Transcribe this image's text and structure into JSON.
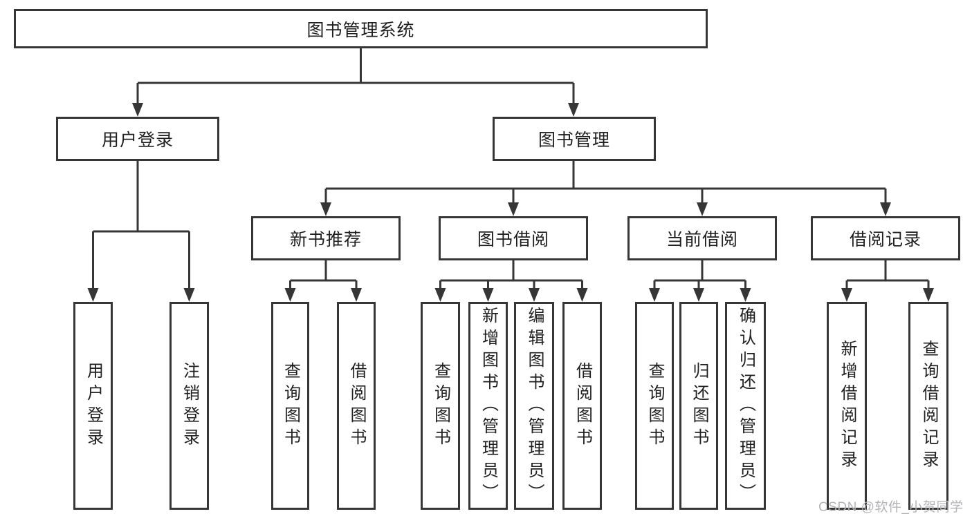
{
  "diagram": {
    "type": "hierarchy-tree",
    "title": "图书管理系统"
  },
  "tree": {
    "root": "图书管理系统",
    "children": [
      {
        "label": "用户登录",
        "children": [
          "用户登录",
          "注销登录"
        ]
      },
      {
        "label": "图书管理",
        "children": [
          {
            "label": "新书推荐",
            "children": [
              "查询图书",
              "借阅图书"
            ]
          },
          {
            "label": "图书借阅",
            "children": [
              "查询图书",
              "新增图书（管理员）",
              "编辑图书（管理员）",
              "借阅图书"
            ]
          },
          {
            "label": "当前借阅",
            "children": [
              "查询图书",
              "归还图书",
              "确认归还（管理员）"
            ]
          },
          {
            "label": "借阅记录",
            "children": [
              "新增借阅记录",
              "查询借阅记录"
            ]
          }
        ]
      }
    ]
  },
  "watermark": "CSDN @软件_小贺同学",
  "colors": {
    "line": "#363636",
    "box_border": "#363636",
    "box_fill": "#ffffff",
    "text": "#1f1f1f",
    "watermark": "#b4b4b8"
  }
}
